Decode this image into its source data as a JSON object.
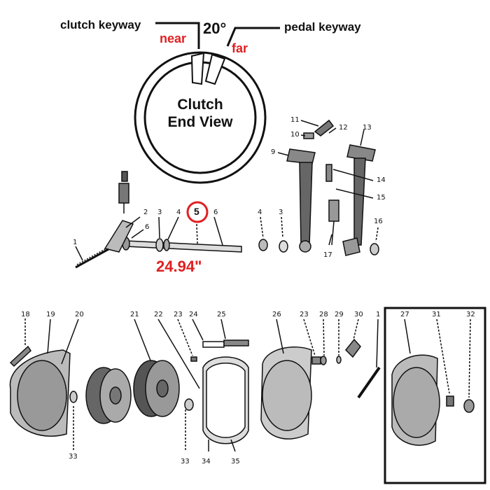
{
  "clutch_view": {
    "left_label": "clutch keyway",
    "right_label": "pedal keyway",
    "angle": "20°",
    "near": "near",
    "far": "far",
    "title_line1": "Clutch",
    "title_line2": "End View"
  },
  "shaft_length": "24.94\"",
  "highlighted_part": "5",
  "part_numbers": {
    "p1a": "1",
    "p2": "2",
    "p3a": "3",
    "p4a": "4",
    "p5": "5",
    "p6a": "6",
    "p6b": "6",
    "p4b": "4",
    "p3b": "3",
    "p9": "9",
    "p10": "10",
    "p11": "11",
    "p12": "12",
    "p13": "13",
    "p14": "14",
    "p15": "15",
    "p16": "16",
    "p17": "17",
    "p18": "18",
    "p19": "19",
    "p20": "20",
    "p21": "21",
    "p22": "22",
    "p23a": "23",
    "p24": "24",
    "p25": "25",
    "p26": "26",
    "p23b": "23",
    "p28": "28",
    "p29": "29",
    "p30": "30",
    "p1b": "1",
    "p27": "27",
    "p31": "31",
    "p32": "32",
    "p33a": "33",
    "p33b": "33",
    "p34": "34",
    "p35": "35"
  },
  "colors": {
    "accent": "#e02020",
    "ink": "#111111"
  }
}
